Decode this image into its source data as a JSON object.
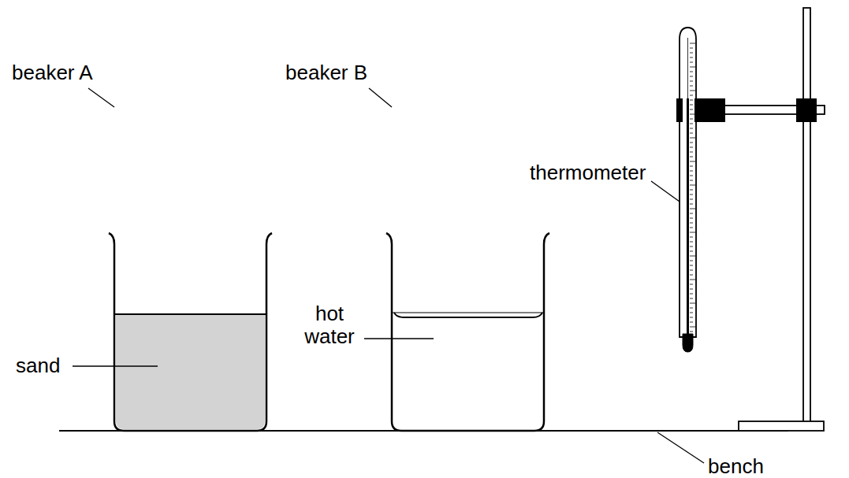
{
  "diagram": {
    "labels": [
      "beaker A",
      "beaker B",
      "sand",
      "hot water",
      "thermometer",
      "bench"
    ]
  }
}
